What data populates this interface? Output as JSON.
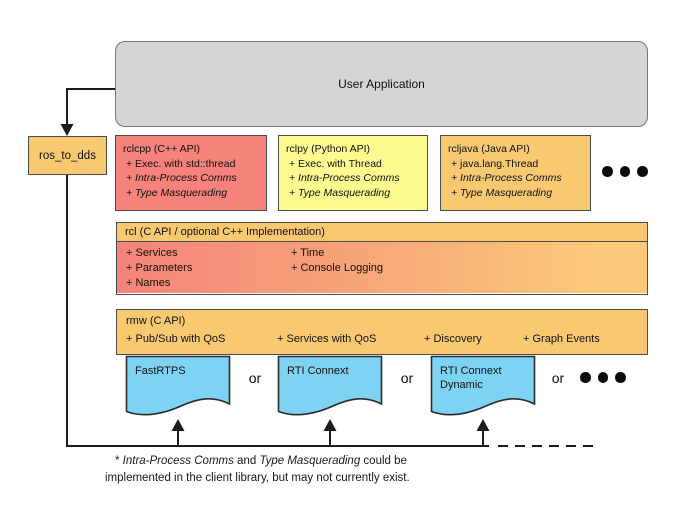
{
  "diagram": {
    "user_application": {
      "label": "User Application"
    },
    "ros_to_dds": {
      "label": "ros_to_dds"
    },
    "libraries": [
      {
        "title": "rclcpp (C++ API)",
        "items": [
          "+ Exec. with std::thread",
          "+ Intra-Process Comms",
          "+ Type Masquerading"
        ]
      },
      {
        "title": "rclpy (Python API)",
        "items": [
          "+ Exec. with Thread",
          "+ Intra-Process Comms",
          "+ Type Masquerading"
        ]
      },
      {
        "title": "rcljava (Java API)",
        "items": [
          "+ java.lang.Thread",
          "+ Intra-Process Comms",
          "+ Type Masquerading"
        ]
      }
    ],
    "rcl": {
      "title": "rcl (C API / optional C++ Implementation)",
      "col1": [
        "+ Services",
        "+ Parameters",
        "+ Names"
      ],
      "col2": [
        "+ Time",
        "+ Console Logging"
      ]
    },
    "rmw": {
      "title": "rmw (C API)",
      "items": [
        "+ Pub/Sub with QoS",
        "+ Services with QoS",
        "+ Discovery",
        "+ Graph Events"
      ]
    },
    "dds_implementations": [
      {
        "label": "FastRTPS"
      },
      {
        "label": "RTI Connext"
      },
      {
        "label": "RTI Connext Dynamic"
      }
    ],
    "or_label": "or",
    "icons": {
      "more_libraries": "ellipsis-dots",
      "more_dds_implementations": "ellipsis-dots"
    },
    "footnote": {
      "line1": [
        "* ",
        "Intra-Process Comms",
        " and ",
        "Type Masquerading",
        " could be"
      ],
      "line2": "implemented in the client library, but may not currently exist."
    },
    "colors": {
      "orange": "#f9c972",
      "salmon": "#f5827b",
      "yellow": "#fbfb90",
      "blue": "#7ed3f2",
      "gray": "#d5d5d7",
      "rcl_gradient_left": "#f5837b",
      "rcl_gradient_right": "#fbc97a",
      "line": "#1c1c1c"
    }
  }
}
